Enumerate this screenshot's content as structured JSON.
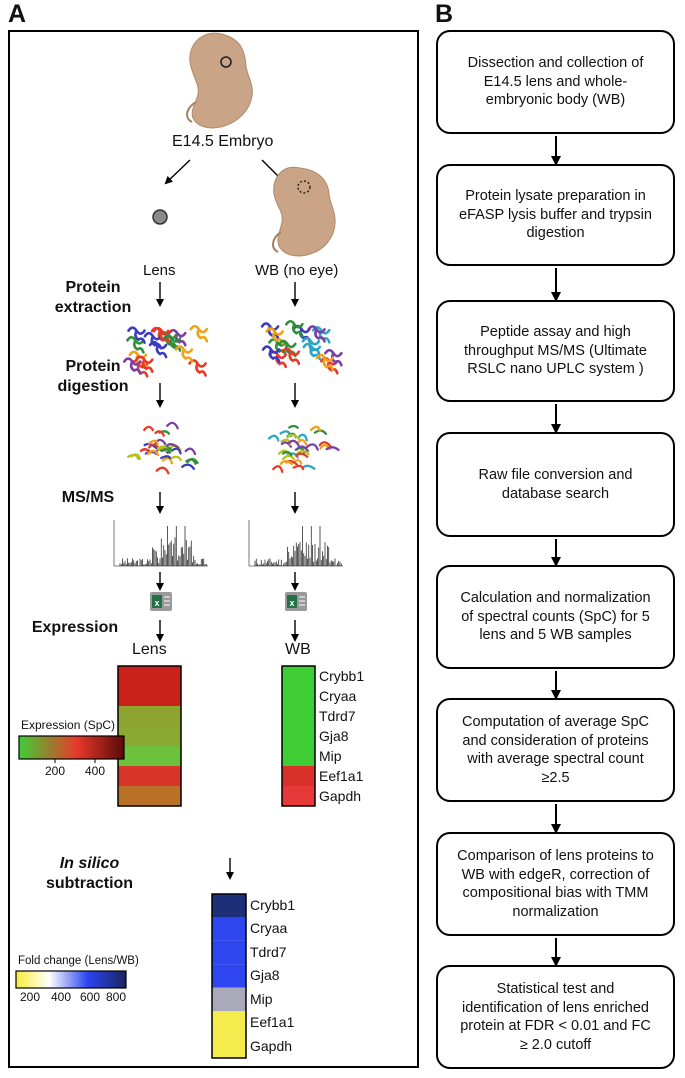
{
  "panel_a": {
    "letter": "A",
    "embryo_label": "E14.5 Embryo",
    "lens_label": "Lens",
    "wb_label": "WB (no eye)",
    "steps": {
      "protein_extraction": "Protein\nextraction",
      "protein_digestion": "Protein\ndigestion",
      "msms": "MS/MS",
      "expression": "Expression",
      "in_silico_italic": "In silico",
      "in_silico_rest": "subtraction"
    },
    "expression_heatmap": {
      "lens_header": "Lens",
      "wb_header": "WB",
      "genes": [
        "Crybb1",
        "Cryaa",
        "Tdrd7",
        "Gja8",
        "Mip",
        "Eef1a1",
        "Gapdh"
      ],
      "lens_colors": [
        "#c8221a",
        "#c8221a",
        "#8da530",
        "#8aa832",
        "#6bc13a",
        "#d8352a",
        "#b97128"
      ],
      "wb_colors": [
        "#3fcd36",
        "#3fcd36",
        "#3fcd36",
        "#3fcd36",
        "#3fcd36",
        "#d9302a",
        "#e8393a"
      ]
    },
    "expression_legend": {
      "title": "Expression (SpC)",
      "ticks": [
        "200",
        "400"
      ],
      "colors": [
        "#3fcd36",
        "#e8392a",
        "#5a0a0a"
      ]
    },
    "subtraction_heatmap": {
      "genes": [
        "Crybb1",
        "Cryaa",
        "Tdrd7",
        "Gja8",
        "Mip",
        "Eef1a1",
        "Gapdh"
      ],
      "colors": [
        "#1c2f78",
        "#2d46ef",
        "#2d46ef",
        "#2d46ef",
        "#a9a9b9",
        "#f4ec4c",
        "#f4ec4c"
      ]
    },
    "foldchange_legend": {
      "title": "Fold change (Lens/WB)",
      "ticks": [
        "200",
        "400",
        "600",
        "800"
      ],
      "colors": [
        "#f6ee3a",
        "#ffffff",
        "#2b45ef",
        "#1b2560"
      ]
    }
  },
  "panel_b": {
    "letter": "B",
    "steps": [
      [
        "Dissection and collection of",
        "E14.5 lens and whole-",
        "embryonic body (WB)"
      ],
      [
        "Protein lysate preparation in",
        "eFASP lysis buffer and trypsin",
        "digestion"
      ],
      [
        "Peptide assay and high",
        "throughput MS/MS (Ultimate",
        "RSLC nano UPLC system )"
      ],
      [
        "Raw file conversion and",
        "database search"
      ],
      [
        "Calculation and normalization",
        "of spectral counts (SpC) for 5",
        "lens and 5 WB samples"
      ],
      [
        "Computation of average SpC",
        "and consideration of proteins",
        "with average spectral count",
        "≥2.5"
      ],
      [
        "Comparison of lens proteins to",
        "WB with edgeR, correction of",
        "compositional bias with TMM",
        "normalization"
      ],
      [
        "Statistical test and",
        "identification of lens enriched",
        "protein at FDR < 0.01 and FC",
        "≥  2.0 cutoff"
      ]
    ]
  }
}
